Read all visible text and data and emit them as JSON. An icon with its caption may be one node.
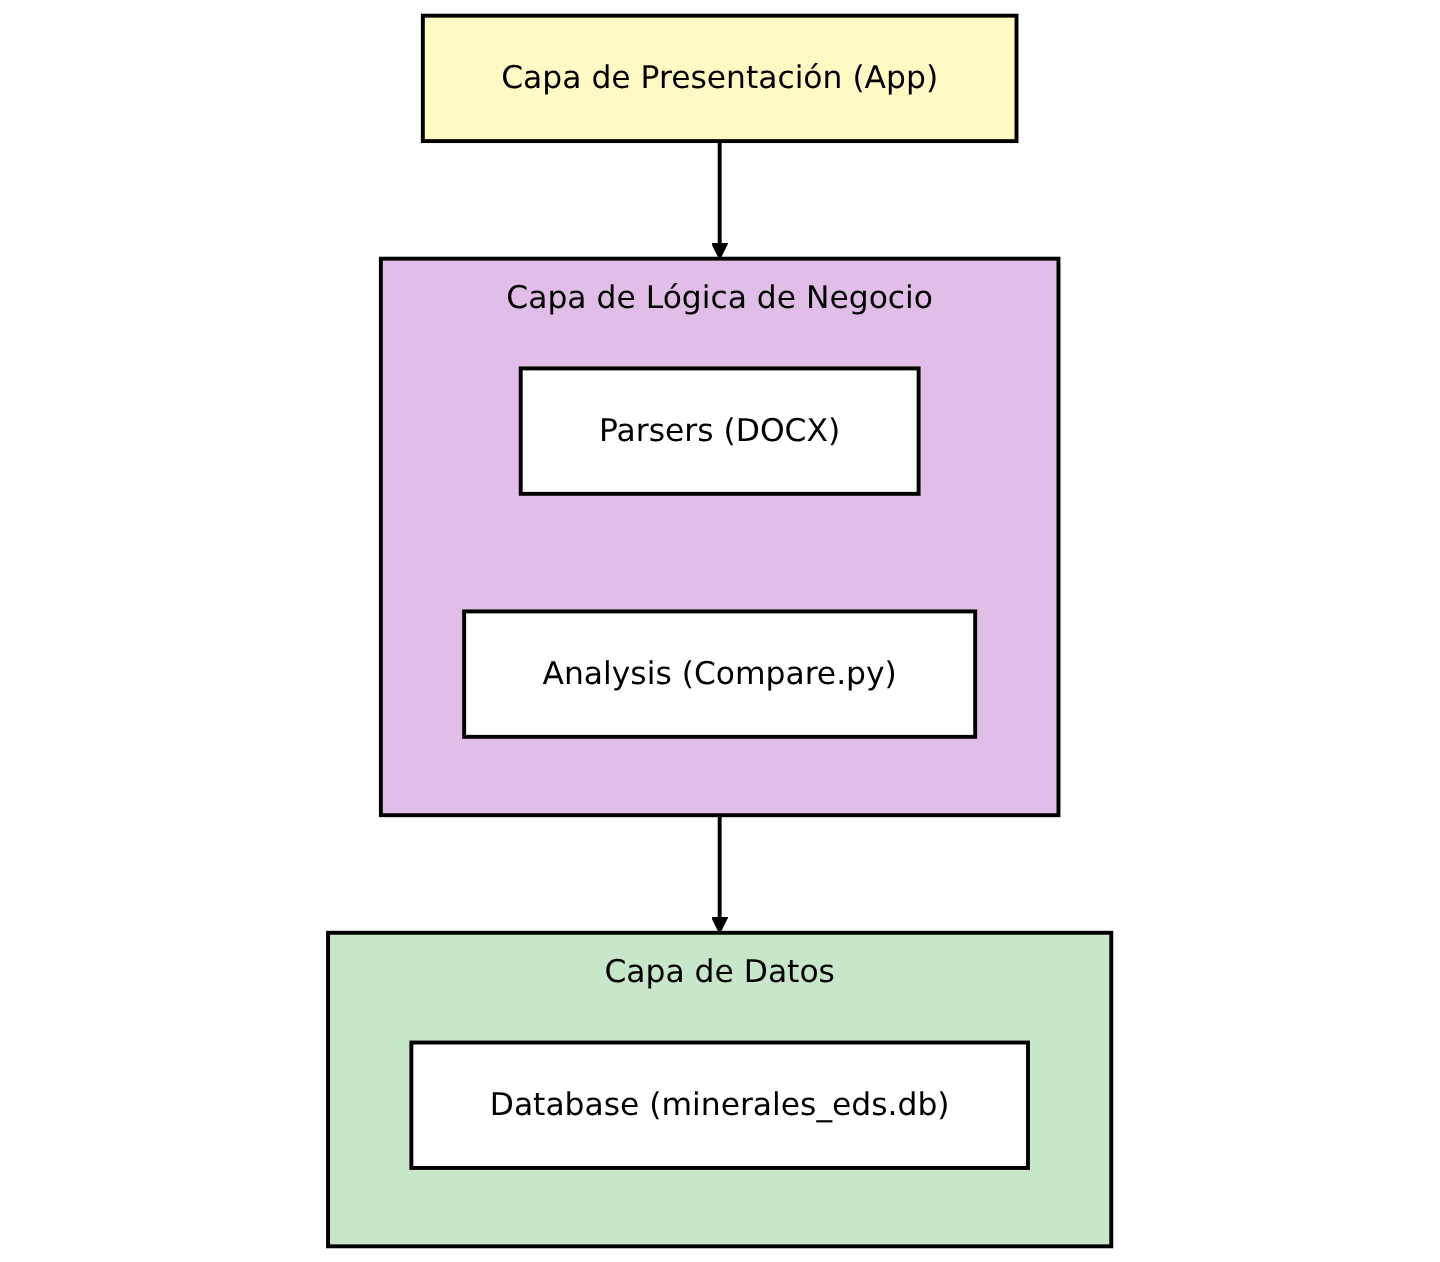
{
  "diagram": {
    "nodes": [
      {
        "text": [
          "Capa de Presentación (App)"
        ]
      },
      {
        "text": [
          "Capa de Lógica de Negocio"
        ]
      },
      {
        "text": [
          "Parsers (DOCX)"
        ],
        "in": 1
      },
      {
        "text": [
          "Analysis (Compare.py)"
        ],
        "in": 1
      },
      {
        "text": [
          "Capa de Datos"
        ]
      },
      {
        "text": [
          "Database (minerales_eds.db)"
        ],
        "in": 4
      }
    ],
    "edges": [
      {
        "from": 0,
        "to": 1,
        "arrow": "to"
      },
      {
        "from": 1,
        "to": 4,
        "arrow": "to"
      }
    ]
  }
}
